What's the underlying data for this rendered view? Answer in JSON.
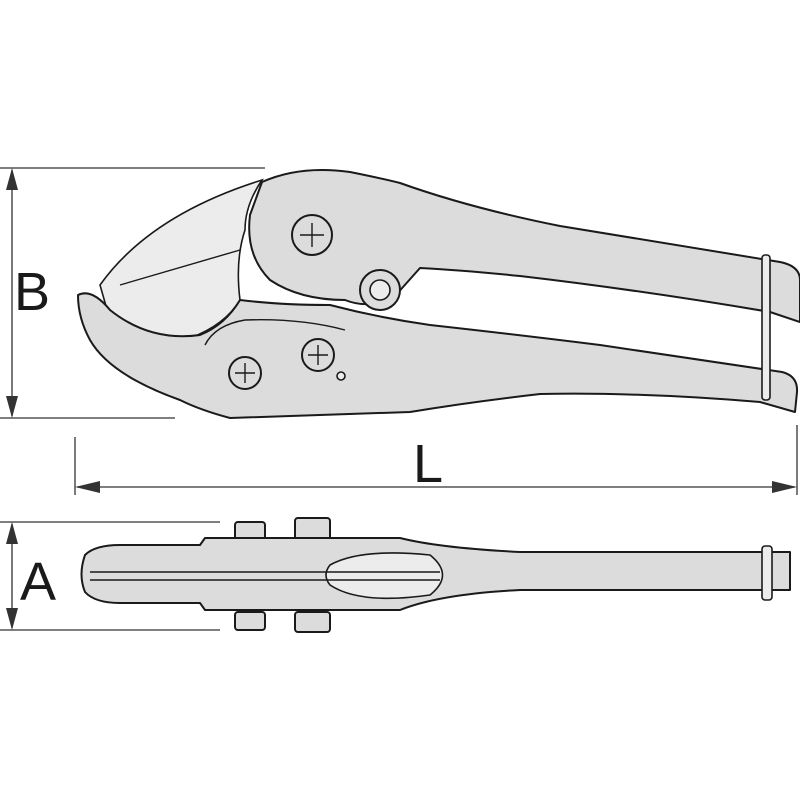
{
  "dimensions": {
    "height_label": "B",
    "length_label": "L",
    "width_label": "A"
  },
  "colors": {
    "fill": "#dcdcdc",
    "stroke": "#1a1a1a"
  }
}
